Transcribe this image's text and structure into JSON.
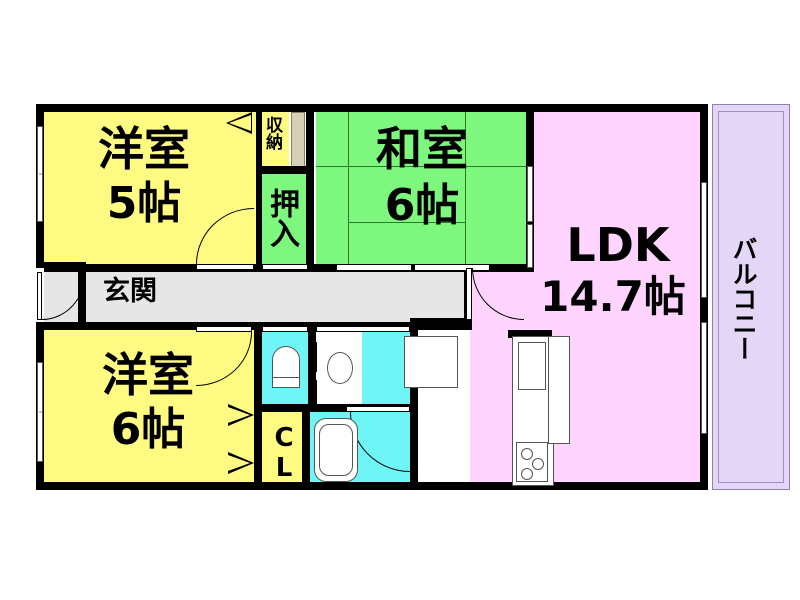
{
  "plan": {
    "kind": "japanese-apartment-floor-plan",
    "layout_type": "3LDK",
    "background_color": "#FFFFFF",
    "wall_color": "#000000"
  },
  "rooms": [
    {
      "id": "washitsu",
      "name_label": "和室",
      "size_label": "6帖",
      "type": "japanese-tatami-room",
      "fill_color": "#7DF77D",
      "tatami_count": 6
    },
    {
      "id": "yoshitsu-5",
      "name_label": "洋室",
      "size_label": "5帖",
      "type": "western-bedroom",
      "fill_color": "#FFFB82"
    },
    {
      "id": "yoshitsu-6",
      "name_label": "洋室",
      "size_label": "6帖",
      "type": "western-bedroom",
      "fill_color": "#FFFB82"
    },
    {
      "id": "ldk",
      "name_label": "LDK",
      "size_label": "14.7帖",
      "type": "living-dining-kitchen",
      "fill_color": "#FFD5FF"
    },
    {
      "id": "balcony",
      "name_label": "バルコニー",
      "size_label": "",
      "type": "balcony",
      "fill_color": "#E3D6F7"
    },
    {
      "id": "genkan",
      "name_label": "玄関",
      "size_label": "",
      "type": "entrance",
      "fill_color": "#E6E6E6"
    }
  ],
  "storages": [
    {
      "id": "shuno",
      "label": "収納",
      "fill_color": "#FFFB82"
    },
    {
      "id": "oshiire",
      "label": "押入",
      "fill_color": "#7DF77D"
    },
    {
      "id": "closet",
      "label": "CL",
      "fill_color": "#FFFB82"
    }
  ],
  "wet_areas": [
    {
      "id": "toilet",
      "fixture": "toilet-icon",
      "fill_color": "#6FF5F5"
    },
    {
      "id": "washroom",
      "fixture": "washbasin-icon",
      "fill_color": "#6FF5F5"
    },
    {
      "id": "bath",
      "fixture": "bathtub-icon",
      "fill_color": "#6FF5F5"
    }
  ],
  "kitchen": {
    "id": "kitchen-counter",
    "sink": "sink-icon",
    "stove": "three-burner-stove-icon",
    "burner_count": 3
  },
  "colors": {
    "yellow_room": "#FFFB82",
    "green_room": "#7DF77D",
    "pink_room": "#FFD5FF",
    "cyan_wet": "#6FF5F5",
    "gray_corridor": "#E6E6E6",
    "balcony": "#E3D6F7",
    "wall": "#000000"
  }
}
